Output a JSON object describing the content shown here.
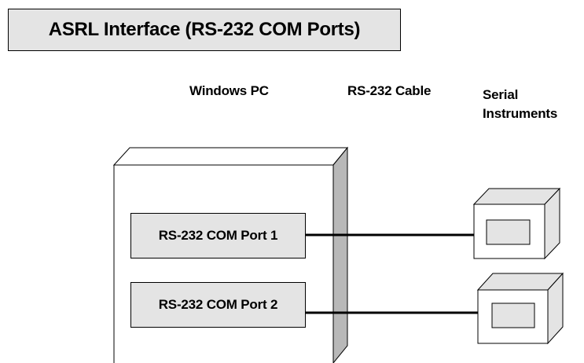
{
  "title": "ASRL Interface (RS-232 COM Ports)",
  "columns": {
    "pc": "Windows PC",
    "cable": "RS-232 Cable",
    "instruments_line1": "Serial",
    "instruments_line2": "Instruments"
  },
  "ports": [
    {
      "label": "RS-232 COM Port 1"
    },
    {
      "label": "RS-232 COM Port 2"
    }
  ],
  "colors": {
    "box_fill": "#e4e4e4",
    "pc_side": "#b8b8b8",
    "line": "#000000"
  }
}
